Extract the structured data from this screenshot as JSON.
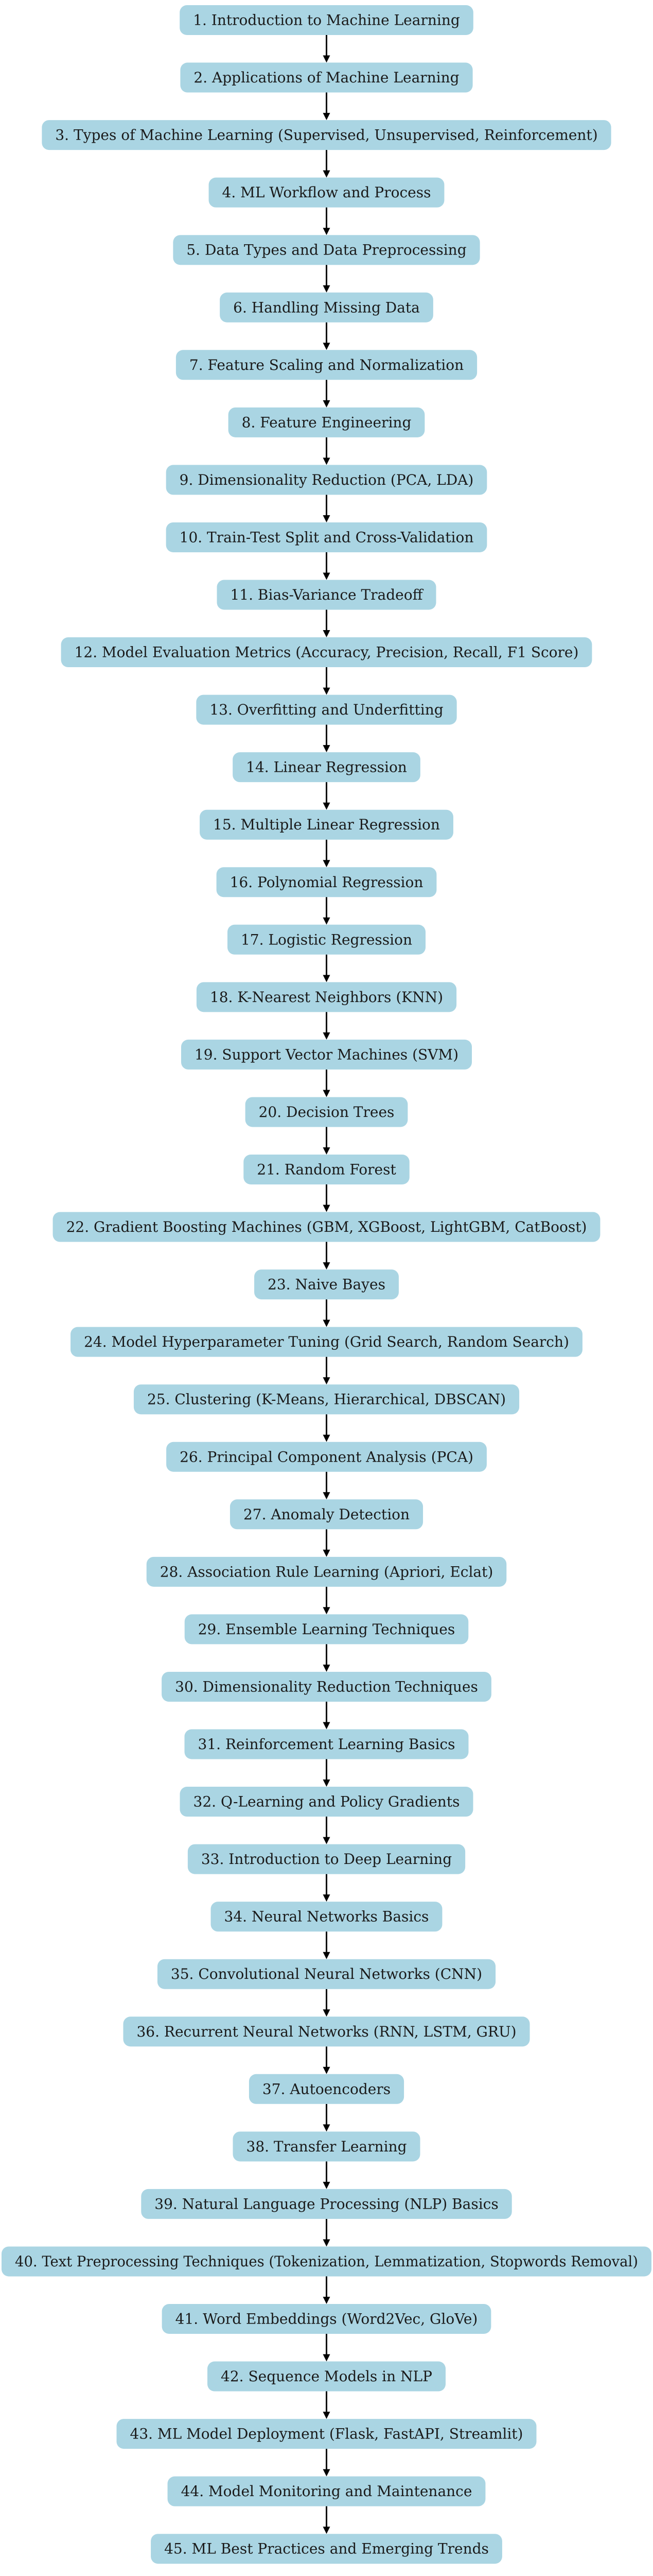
{
  "diagram": {
    "type": "flowchart",
    "direction": "top-to-bottom",
    "colors": {
      "node_fill": "#aad5e3",
      "node_text": "#1a1a1a",
      "edge": "#000000",
      "background": "#ffffff"
    },
    "nodes": [
      "1. Introduction to Machine Learning",
      "2. Applications of Machine Learning",
      "3. Types of Machine Learning (Supervised, Unsupervised, Reinforcement)",
      "4. ML Workflow and Process",
      "5. Data Types and Data Preprocessing",
      "6. Handling Missing Data",
      "7. Feature Scaling and Normalization",
      "8. Feature Engineering",
      "9. Dimensionality Reduction (PCA, LDA)",
      "10. Train-Test Split and Cross-Validation",
      "11. Bias-Variance Tradeoff",
      "12. Model Evaluation Metrics (Accuracy, Precision, Recall, F1 Score)",
      "13. Overfitting and Underfitting",
      "14. Linear Regression",
      "15. Multiple Linear Regression",
      "16. Polynomial Regression",
      "17. Logistic Regression",
      "18. K-Nearest Neighbors (KNN)",
      "19. Support Vector Machines (SVM)",
      "20. Decision Trees",
      "21. Random Forest",
      "22. Gradient Boosting Machines (GBM, XGBoost, LightGBM, CatBoost)",
      "23. Naive Bayes",
      "24. Model Hyperparameter Tuning (Grid Search, Random Search)",
      "25. Clustering (K-Means, Hierarchical, DBSCAN)",
      "26. Principal Component Analysis (PCA)",
      "27. Anomaly Detection",
      "28. Association Rule Learning (Apriori, Eclat)",
      "29. Ensemble Learning Techniques",
      "30. Dimensionality Reduction Techniques",
      "31. Reinforcement Learning Basics",
      "32. Q-Learning and Policy Gradients",
      "33. Introduction to Deep Learning",
      "34. Neural Networks Basics",
      "35. Convolutional Neural Networks (CNN)",
      "36. Recurrent Neural Networks (RNN, LSTM, GRU)",
      "37. Autoencoders",
      "38. Transfer Learning",
      "39. Natural Language Processing (NLP) Basics",
      "40. Text Preprocessing Techniques (Tokenization, Lemmatization, Stopwords Removal)",
      "41. Word Embeddings (Word2Vec, GloVe)",
      "42. Sequence Models in NLP",
      "43. ML Model Deployment (Flask, FastAPI, Streamlit)",
      "44. Model Monitoring and Maintenance",
      "45. ML Best Practices and Emerging Trends"
    ]
  }
}
